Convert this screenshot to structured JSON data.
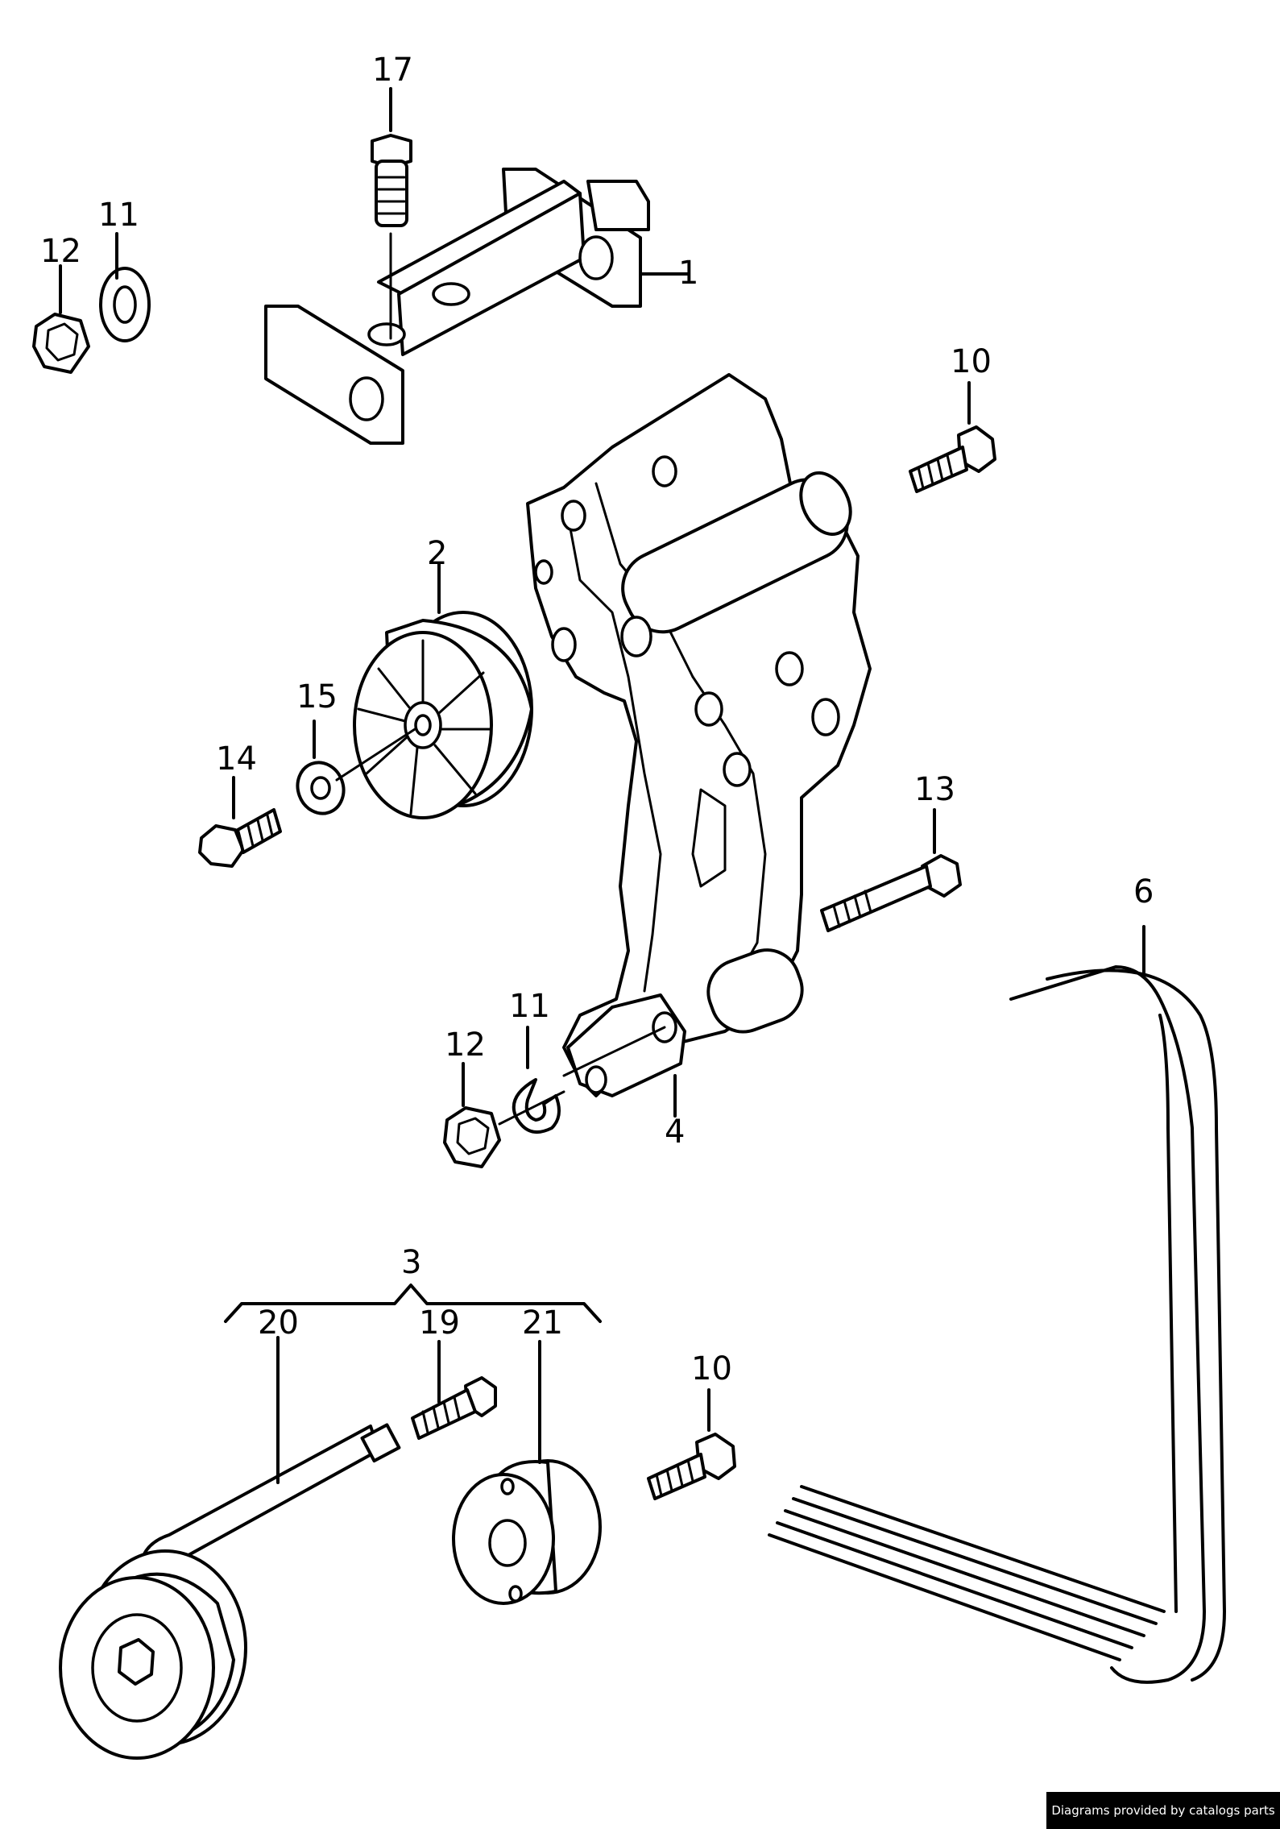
{
  "callouts": {
    "c1": "1",
    "c2": "2",
    "c3": "3",
    "c4": "4",
    "c6": "6",
    "c10a": "10",
    "c10b": "10",
    "c11a": "11",
    "c11b": "11",
    "c12a": "12",
    "c12b": "12",
    "c13": "13",
    "c14": "14",
    "c15": "15",
    "c17": "17",
    "c19": "19",
    "c20": "20",
    "c21": "21"
  },
  "credit": "Diagrams provided by catalogs parts"
}
